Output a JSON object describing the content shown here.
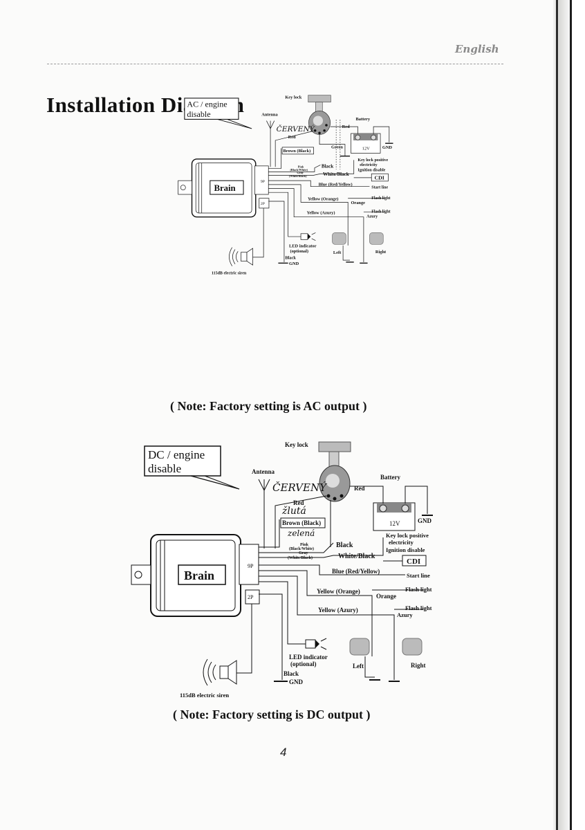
{
  "header": {
    "language": "English"
  },
  "title": "Installation Diagram",
  "diagrams": [
    {
      "mode_box": [
        "AC / engine",
        "disable"
      ],
      "handwritten": [
        "ČERVENÝ"
      ],
      "labels": {
        "key_lock": "Key lock",
        "antenna": "Antenna",
        "battery": "Battery",
        "red": "Red",
        "red2": "Red",
        "gnd": "GND",
        "battery_voltage": "12V",
        "green": "Green",
        "brown_black": "Brown (Black)",
        "pink": "Pink",
        "black_white": "(Black/White)",
        "gray": "Gray",
        "white_black_small": "(White/Black)",
        "black": "Black",
        "white_black": "White/Black",
        "key_lock_positive": "Key lock positive",
        "electricity": "electricity",
        "ignition_disable": "Ignition disable",
        "cdi": "CDI",
        "brain": "Brain",
        "pin9": "9P",
        "pin2": "2P",
        "blue": "Blue (Red/Yellow)",
        "start_line": "Start line",
        "yellow_orange": "Yellow (Orange)",
        "orange": "Orange",
        "flash_light": "Flash light",
        "yellow_azury": "Yellow (Azury)",
        "flash_light2": "Flash light",
        "azury": "Azury",
        "led": "LED indicator",
        "optional": "(optional)",
        "left": "Left",
        "right": "Right",
        "black_gnd": "Black",
        "gnd2": "GND",
        "siren": "115dB electric siren"
      },
      "note": "( Note: Factory setting is AC output )"
    },
    {
      "mode_box": [
        "DC / engine",
        "disable"
      ],
      "handwritten": [
        "ČERVENÝ",
        "žlutá",
        "zelená"
      ],
      "labels": {
        "key_lock": "Key lock",
        "antenna": "Antenna",
        "battery": "Battery",
        "red": "Red",
        "red2": "Red",
        "gnd": "GND",
        "battery_voltage": "12V",
        "green": "",
        "brown_black": "Brown (Black)",
        "pink": "Pink",
        "black_white": "(Black/White)",
        "gray": "Gray",
        "white_black_small": "(White/Black)",
        "black": "Black",
        "white_black": "White/Black",
        "key_lock_positive": "Key lock positive",
        "electricity": "electricity",
        "ignition_disable": "Ignition disable",
        "cdi": "CDI",
        "brain": "Brain",
        "pin9": "9P",
        "pin2": "2P",
        "blue": "Blue (Red/Yellow)",
        "start_line": "Start line",
        "yellow_orange": "Yellow (Orange)",
        "orange": "Orange",
        "flash_light": "Flash light",
        "yellow_azury": "Yellow (Azury)",
        "flash_light2": "Flash light",
        "azury": "Azury",
        "led": "LED indicator",
        "optional": "(optional)",
        "left": "Left",
        "right": "Right",
        "black_gnd": "Black",
        "gnd2": "GND",
        "siren": "115dB electric siren"
      },
      "note": "( Note: Factory setting is DC output )"
    }
  ],
  "page_number": "4",
  "colors": {
    "ink": "#111111",
    "paper": "#fbfbfa",
    "handwriting": "#1a1a1a"
  }
}
